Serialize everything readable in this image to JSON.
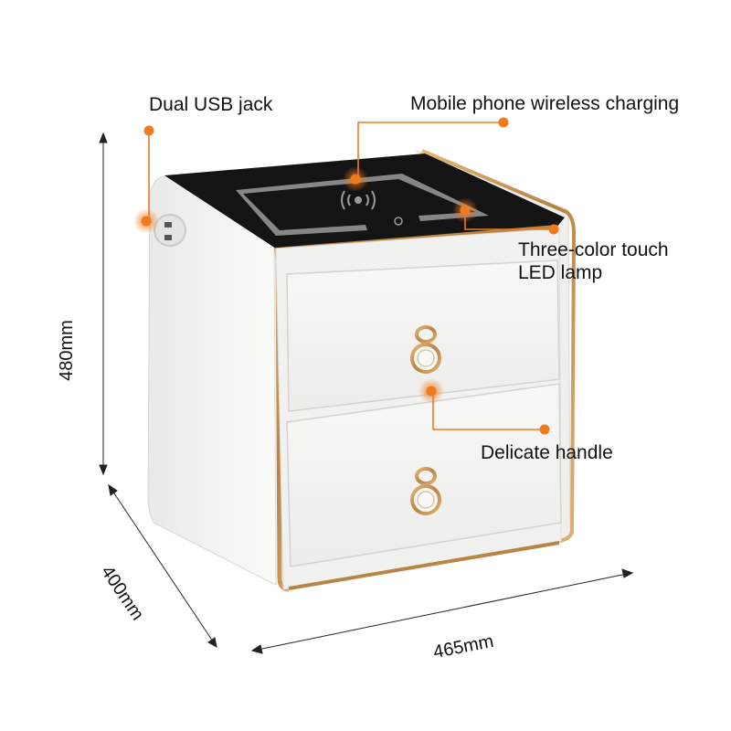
{
  "callouts": {
    "usb": "Dual USB jack",
    "wireless": "Mobile phone wireless charging",
    "lamp_line1": "Three-color touch",
    "lamp_line2": "LED lamp",
    "handle": "Delicate handle"
  },
  "dimensions": {
    "height": "480mm",
    "depth": "400mm",
    "width": "465mm"
  },
  "colors": {
    "accent": "#f07a1e",
    "gold": "#c8934a",
    "body": "#f4f4f2",
    "top": "#141414"
  }
}
